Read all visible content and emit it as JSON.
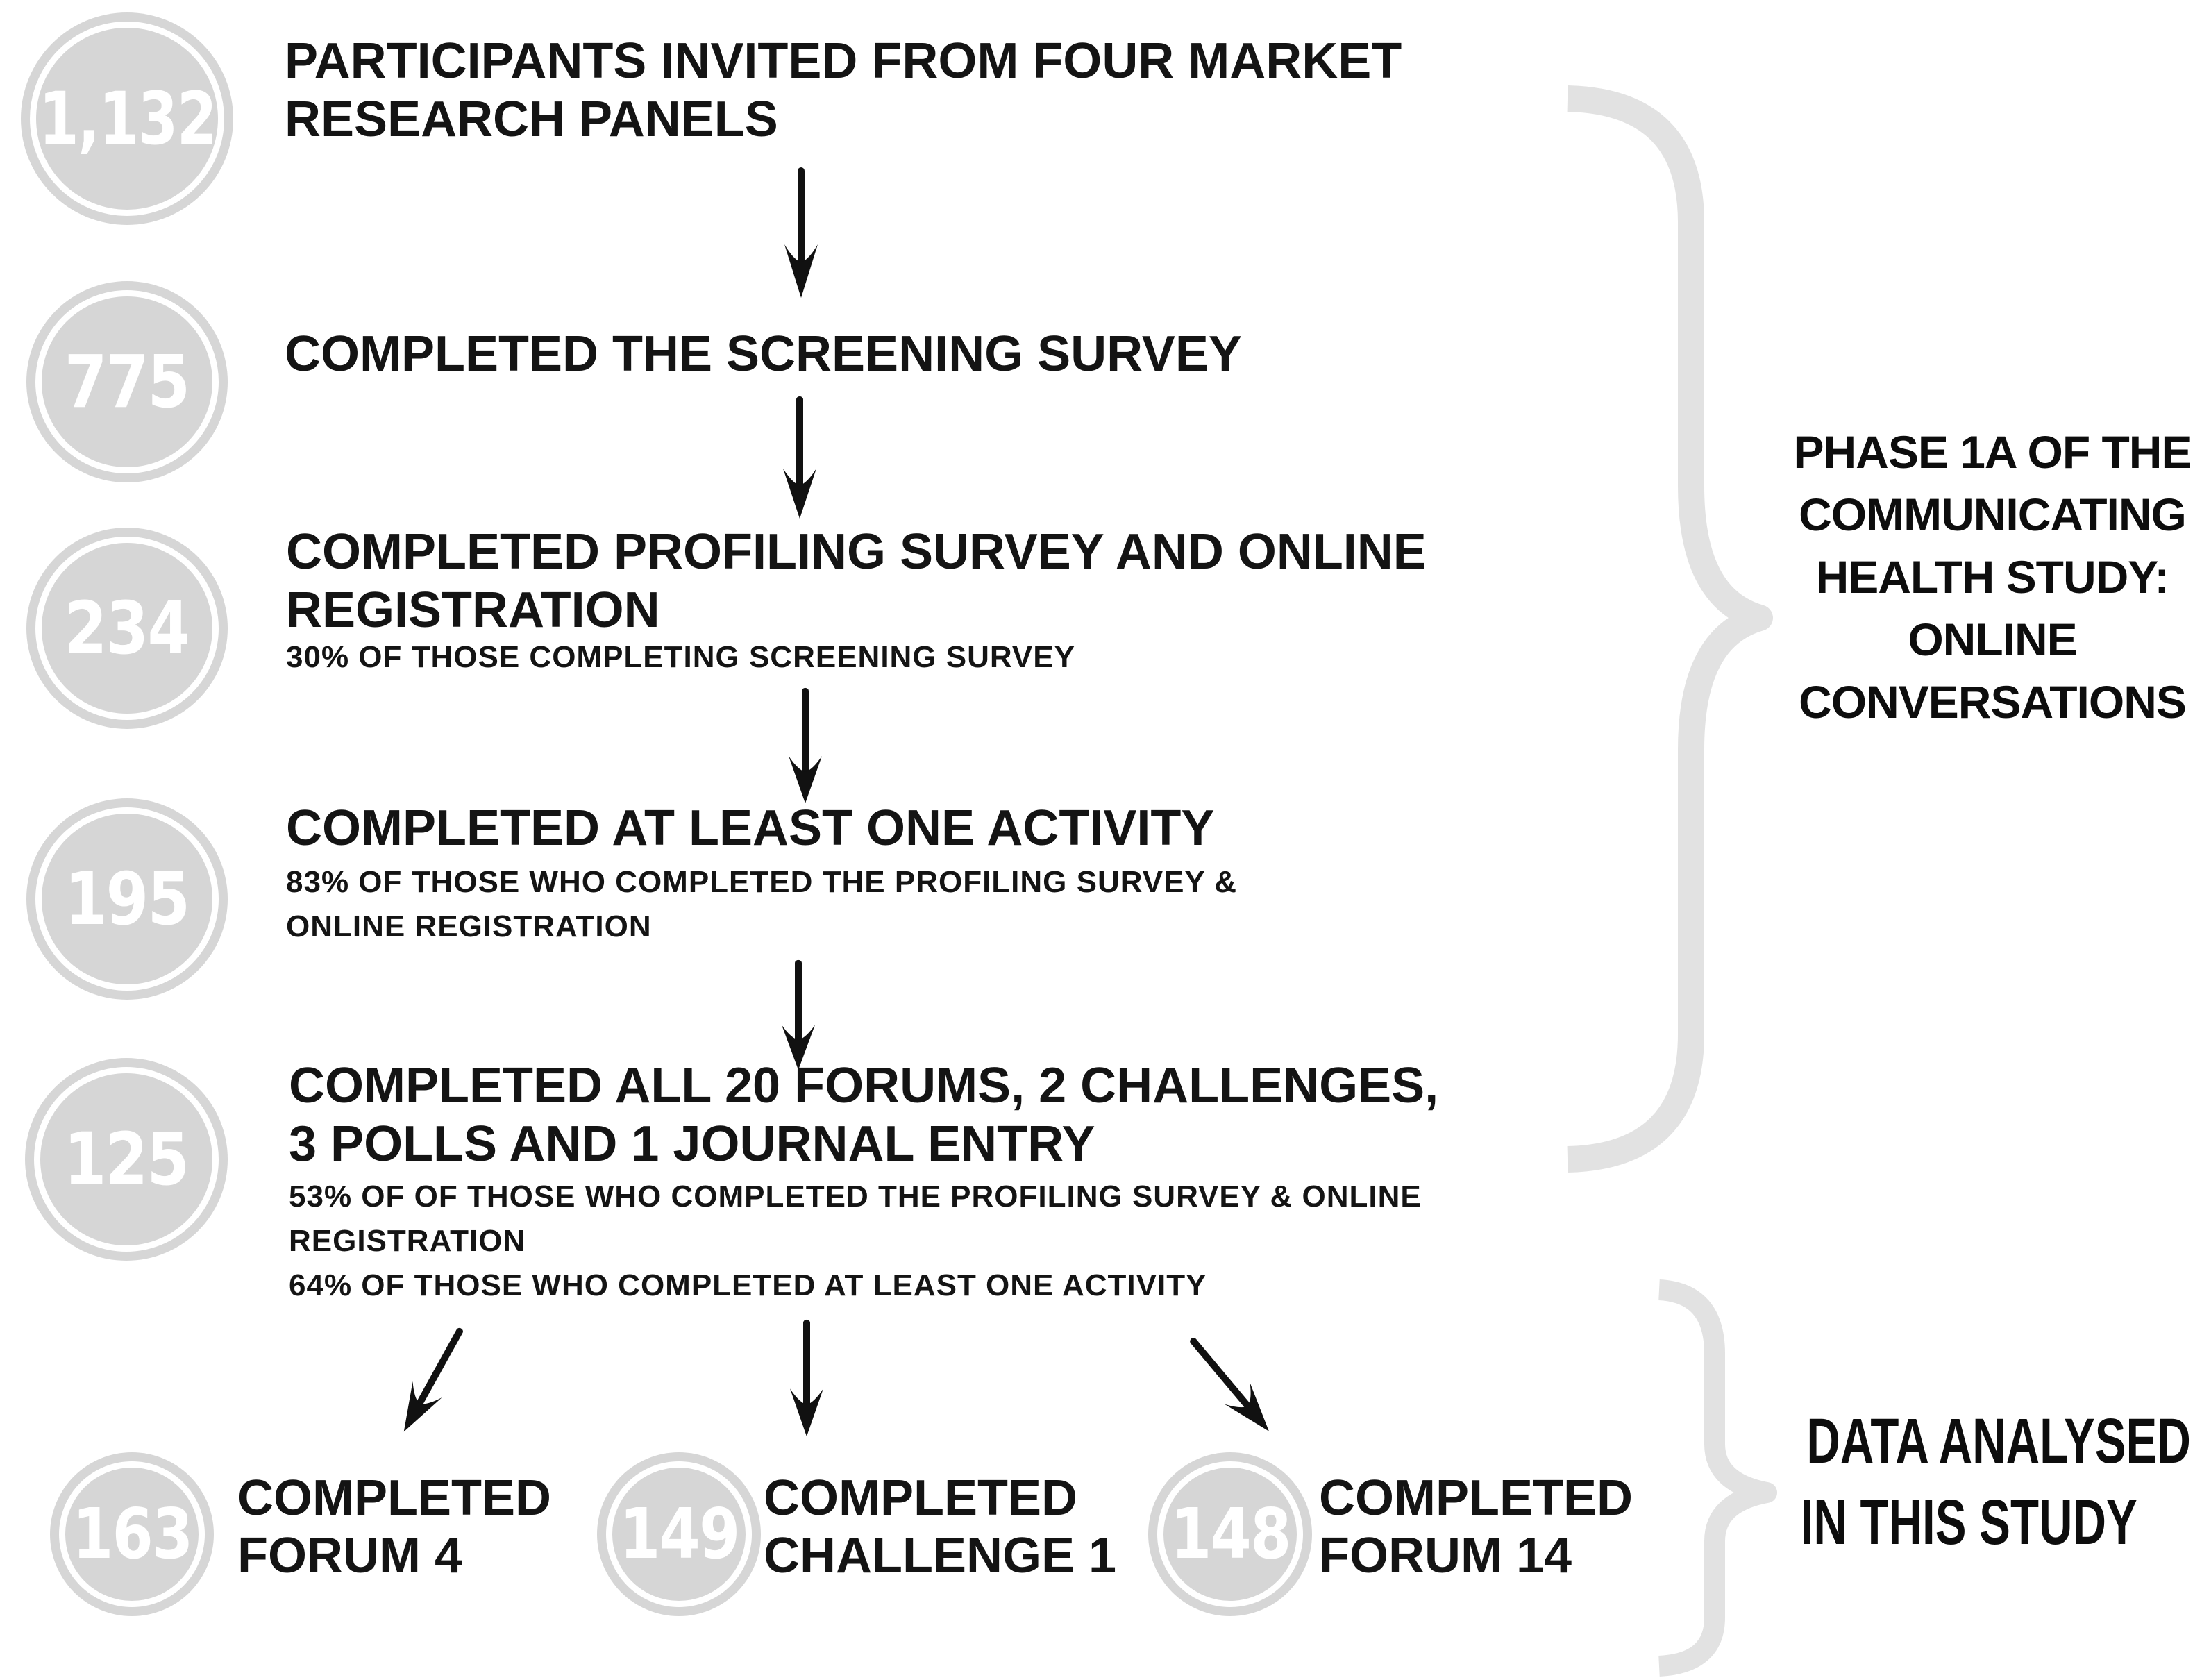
{
  "stages": [
    {
      "number": "1,132",
      "title_lines": [
        "PARTICIPANTS INVITED FROM FOUR MARKET",
        "RESEARCH PANELS"
      ],
      "note_lines": []
    },
    {
      "number": "775",
      "title_lines": [
        "COMPLETED THE SCREENING SURVEY"
      ],
      "note_lines": []
    },
    {
      "number": "234",
      "title_lines": [
        "COMPLETED PROFILING SURVEY AND ONLINE",
        "REGISTRATION"
      ],
      "note_lines": [
        "30% OF THOSE COMPLETING SCREENING SURVEY"
      ]
    },
    {
      "number": "195",
      "title_lines": [
        "COMPLETED AT LEAST ONE ACTIVITY"
      ],
      "note_lines": [
        "83% OF  THOSE WHO COMPLETED THE PROFILING SURVEY &",
        "ONLINE REGISTRATION"
      ]
    },
    {
      "number": "125",
      "title_lines": [
        "COMPLETED ALL 20 FORUMS, 2 CHALLENGES,",
        "3 POLLS AND 1 JOURNAL ENTRY"
      ],
      "note_lines": [
        "53% OF OF THOSE WHO COMPLETED THE PROFILING SURVEY & ONLINE",
        "REGISTRATION",
        "64% OF THOSE WHO COMPLETED AT LEAST ONE ACTIVITY"
      ]
    }
  ],
  "outcomes": [
    {
      "number": "163",
      "label_lines": [
        "COMPLETED",
        "FORUM 4"
      ]
    },
    {
      "number": "149",
      "label_lines": [
        "COMPLETED",
        "CHALLENGE 1"
      ]
    },
    {
      "number": "148",
      "label_lines": [
        "COMPLETED",
        "FORUM 14"
      ]
    }
  ],
  "annotations": {
    "phase_lines": [
      "PHASE 1A OF THE",
      "COMMUNICATING",
      "HEALTH STUDY:",
      "ONLINE",
      "CONVERSATIONS"
    ],
    "data_lines": [
      "DATA ANALYSED",
      "IN THIS STUDY"
    ]
  },
  "colors": {
    "circle_fill": "#d6d6d6",
    "circle_ring": "#ffffff",
    "circle_number": "#ffffff",
    "text": "#141414",
    "brace": "#e2e2e2",
    "arrow": "#111111",
    "background": "#ffffff"
  }
}
